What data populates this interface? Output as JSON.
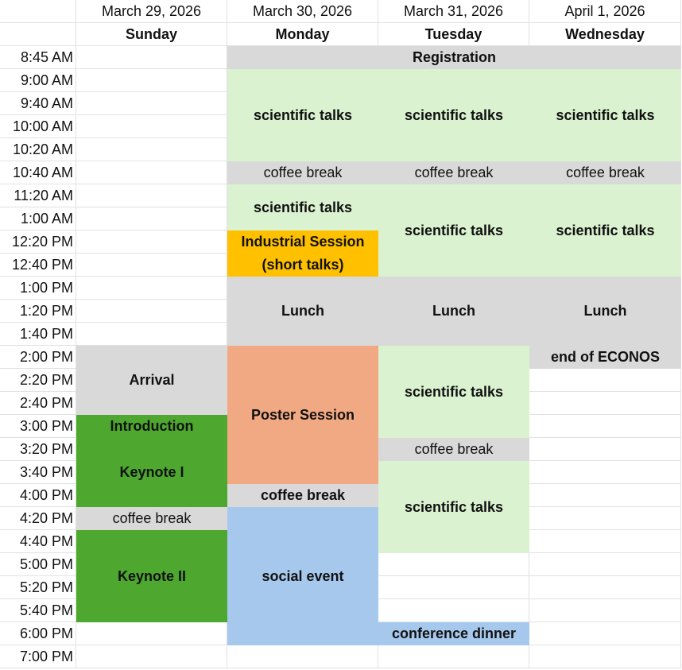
{
  "colors": {
    "gray": "#D9D9D9",
    "lightgreen": "#DAF2D0",
    "green": "#4EA72E",
    "orange": "#FFC000",
    "salmon": "#F1A983",
    "blue": "#A6C8EC"
  },
  "days": [
    {
      "date": "March 29, 2026",
      "name": "Sunday"
    },
    {
      "date": "March 30, 2026",
      "name": "Monday"
    },
    {
      "date": "March 31, 2026",
      "name": "Tuesday"
    },
    {
      "date": "April 1, 2026",
      "name": "Wednesday"
    }
  ],
  "times": [
    "8:45 AM",
    "9:00 AM",
    "9:40 AM",
    "10:00 AM",
    "10:20 AM",
    "10:40 AM",
    "11:20 AM",
    "1:00 AM",
    "12:20 PM",
    "12:40 PM",
    "1:00 PM",
    "1:20 PM",
    "1:40 PM",
    "2:00 PM",
    "2:20 PM",
    "2:40 PM",
    "3:00 PM",
    "3:20 PM",
    "3:40 PM",
    "4:00 PM",
    "4:20 PM",
    "4:40 PM",
    "5:00 PM",
    "5:20 PM",
    "5:40 PM",
    "6:00 PM",
    "7:00 PM"
  ],
  "events": [
    {
      "label": "Registration",
      "day": 1,
      "dayspan": 3,
      "slot": 0,
      "slots": 1,
      "color": "gray",
      "bold": true
    },
    {
      "label": "scientific talks",
      "day": 1,
      "dayspan": 1,
      "slot": 1,
      "slots": 4,
      "color": "lightgreen",
      "bold": true
    },
    {
      "label": "scientific talks",
      "day": 2,
      "dayspan": 1,
      "slot": 1,
      "slots": 4,
      "color": "lightgreen",
      "bold": true
    },
    {
      "label": "scientific talks",
      "day": 3,
      "dayspan": 1,
      "slot": 1,
      "slots": 4,
      "color": "lightgreen",
      "bold": true
    },
    {
      "label": "coffee break",
      "day": 1,
      "dayspan": 1,
      "slot": 5,
      "slots": 1,
      "color": "gray",
      "bold": false
    },
    {
      "label": "coffee break",
      "day": 2,
      "dayspan": 1,
      "slot": 5,
      "slots": 1,
      "color": "gray",
      "bold": false
    },
    {
      "label": "coffee break",
      "day": 3,
      "dayspan": 1,
      "slot": 5,
      "slots": 1,
      "color": "gray",
      "bold": false
    },
    {
      "label": "scientific talks",
      "day": 1,
      "dayspan": 1,
      "slot": 6,
      "slots": 2,
      "color": "lightgreen",
      "bold": true
    },
    {
      "label": "Industrial Session (short talks)",
      "day": 1,
      "dayspan": 1,
      "slot": 8,
      "slots": 2,
      "color": "orange",
      "bold": true
    },
    {
      "label": "scientific talks",
      "day": 2,
      "dayspan": 1,
      "slot": 6,
      "slots": 4,
      "color": "lightgreen",
      "bold": true
    },
    {
      "label": "scientific talks",
      "day": 3,
      "dayspan": 1,
      "slot": 6,
      "slots": 4,
      "color": "lightgreen",
      "bold": true
    },
    {
      "label": "Lunch",
      "day": 1,
      "dayspan": 1,
      "slot": 10,
      "slots": 3,
      "color": "gray",
      "bold": true
    },
    {
      "label": "Lunch",
      "day": 2,
      "dayspan": 1,
      "slot": 10,
      "slots": 3,
      "color": "gray",
      "bold": true
    },
    {
      "label": "Lunch",
      "day": 3,
      "dayspan": 1,
      "slot": 10,
      "slots": 3,
      "color": "gray",
      "bold": true
    },
    {
      "label": "Arrival",
      "day": 0,
      "dayspan": 1,
      "slot": 13,
      "slots": 3,
      "color": "gray",
      "bold": true
    },
    {
      "label": "Introduction",
      "day": 0,
      "dayspan": 1,
      "slot": 16,
      "slots": 1,
      "color": "green",
      "bold": true
    },
    {
      "label": "Keynote I",
      "day": 0,
      "dayspan": 1,
      "slot": 17,
      "slots": 3,
      "color": "green",
      "bold": true
    },
    {
      "label": "coffee break",
      "day": 0,
      "dayspan": 1,
      "slot": 20,
      "slots": 1,
      "color": "gray",
      "bold": false
    },
    {
      "label": "Keynote II",
      "day": 0,
      "dayspan": 1,
      "slot": 21,
      "slots": 4,
      "color": "green",
      "bold": true
    },
    {
      "label": "Poster Session",
      "day": 1,
      "dayspan": 1,
      "slot": 13,
      "slots": 6,
      "color": "salmon",
      "bold": true
    },
    {
      "label": "coffee break",
      "day": 1,
      "dayspan": 1,
      "slot": 19,
      "slots": 1,
      "color": "gray",
      "bold": true
    },
    {
      "label": "social event",
      "day": 1,
      "dayspan": 1,
      "slot": 20,
      "slots": 6,
      "color": "blue",
      "bold": true
    },
    {
      "label": "scientific talks",
      "day": 2,
      "dayspan": 1,
      "slot": 13,
      "slots": 4,
      "color": "lightgreen",
      "bold": true
    },
    {
      "label": "coffee break",
      "day": 2,
      "dayspan": 1,
      "slot": 17,
      "slots": 1,
      "color": "gray",
      "bold": false
    },
    {
      "label": "scientific talks",
      "day": 2,
      "dayspan": 1,
      "slot": 18,
      "slots": 4,
      "color": "lightgreen",
      "bold": true
    },
    {
      "label": "conference dinner",
      "day": 2,
      "dayspan": 1,
      "slot": 26,
      "slots": 1,
      "color": "blue",
      "bold": true
    },
    {
      "label": "end of ECONOS",
      "day": 3,
      "dayspan": 1,
      "slot": 13,
      "slots": 1,
      "color": "gray",
      "bold": true
    }
  ]
}
